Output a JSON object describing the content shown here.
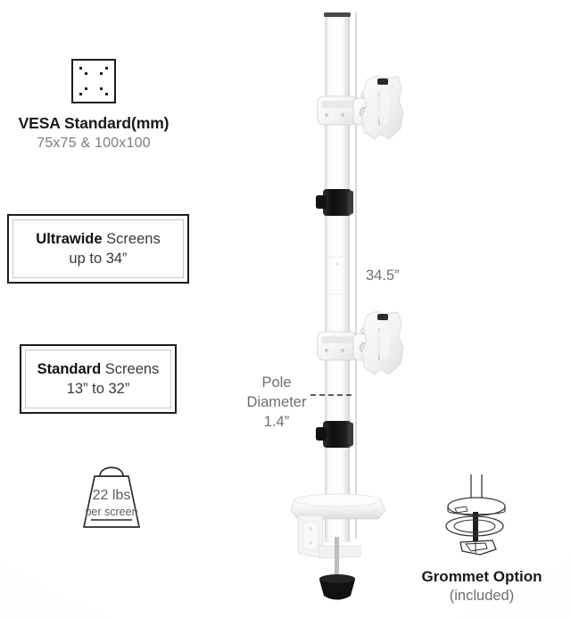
{
  "page": {
    "title": "Monitor Mount Specification Diagram",
    "background": "#ffffff"
  },
  "vesa": {
    "icon_name": "vesa-plate-icon",
    "title": "VESA Standard(mm)",
    "subtitle": "75x75 & 100x100",
    "hole_patterns": [
      "75x75",
      "100x100"
    ],
    "title_color": "#1a1a1a",
    "subtitle_color": "#7d7d7d"
  },
  "ultrawide": {
    "line1_bold": "Ultrawide",
    "line1_rest": " Screens",
    "line2": "up to 34”",
    "border_color": "#1c1c1c",
    "inner_border_color": "#c9c9c9"
  },
  "standard": {
    "line1_bold": "Standard",
    "line1_rest": " Screens",
    "line2": "13” to 32”",
    "border_color": "#1c1c1c",
    "inner_border_color": "#c9c9c9"
  },
  "weight": {
    "icon_name": "weight-icon",
    "value": "22 lbs",
    "note": "per screen",
    "color": "#5e5e5e"
  },
  "dimensions": {
    "height_label": "34.5”",
    "pole_diameter_line1": "Pole",
    "pole_diameter_line2": "Diameter",
    "pole_diameter_value": "1.4”",
    "label_color": "#6f6f6f"
  },
  "grommet": {
    "icon_name": "grommet-mount-icon",
    "title": "Grommet Option",
    "subtitle": "(included)",
    "title_color": "#1a1a1a",
    "subtitle_color": "#6f6f6f"
  },
  "product": {
    "name": "dual-monitor-pole-mount",
    "pole_color": "#f7f7f7",
    "accent_black": "#1a1a1a",
    "mount_count": 2,
    "clamp_type": "C-clamp desk clamp"
  }
}
